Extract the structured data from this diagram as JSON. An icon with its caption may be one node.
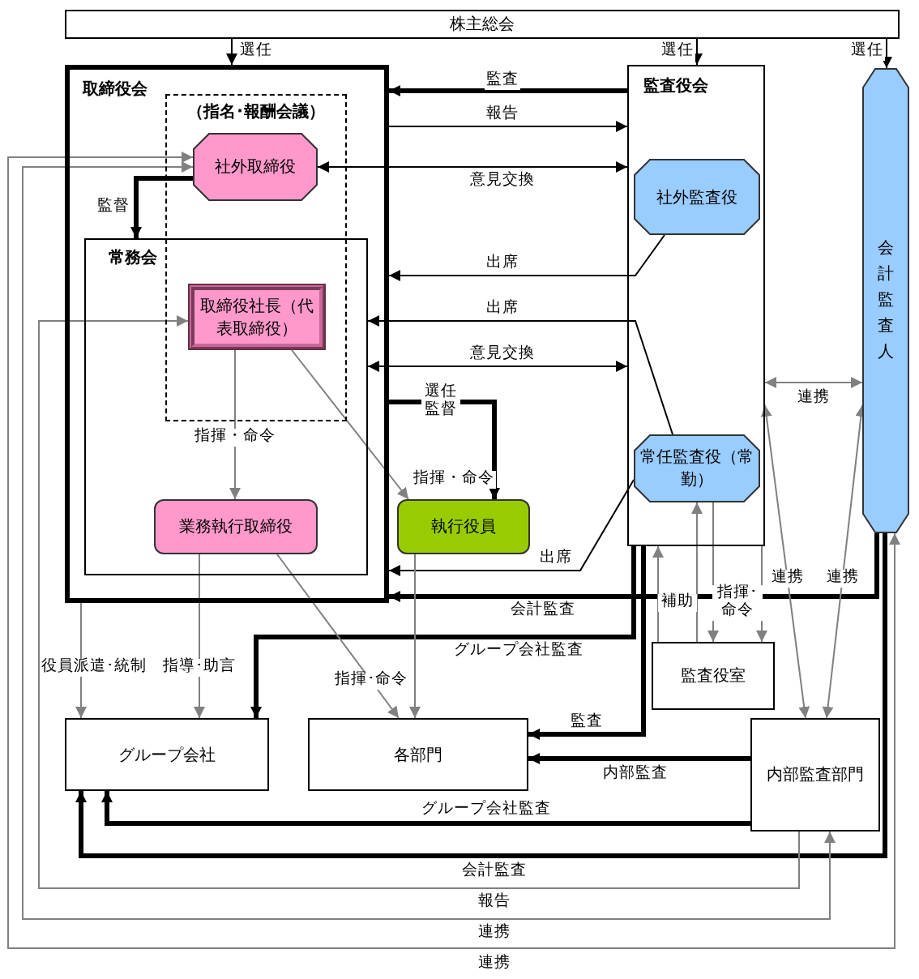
{
  "diagram": {
    "nodes": [
      {
        "text": [
          "株主総会"
        ]
      },
      {
        "text": [
          "取締役会"
        ]
      },
      {
        "text": [
          "（指名･報酬会議）"
        ],
        "in": 1
      },
      {
        "text": [
          "常務会"
        ],
        "in": 1
      },
      {
        "text": [
          "社外取締役"
        ],
        "in": 2
      },
      {
        "text": [
          "取締役社長（代表取締役）"
        ]
      },
      {
        "text": [
          "業務執行取締役"
        ],
        "in": 3
      },
      {
        "text": [
          "執行役員"
        ]
      },
      {
        "text": [
          "監査役会"
        ]
      },
      {
        "text": [
          "社外監査役"
        ],
        "in": 8
      },
      {
        "text": [
          "常任監査役（常勤）"
        ],
        "in": 8
      },
      {
        "text": [
          "会計監査人"
        ]
      },
      {
        "text": [
          "監査役室"
        ]
      },
      {
        "text": [
          "グループ会社"
        ]
      },
      {
        "text": [
          "各部門"
        ]
      },
      {
        "text": [
          "内部監査部門"
        ]
      }
    ],
    "edges": [
      {
        "from": 0,
        "to": 1,
        "arrow": "to",
        "label": "選任"
      },
      {
        "from": 0,
        "to": 8,
        "arrow": "to",
        "label": "選任"
      },
      {
        "from": 0,
        "to": 11,
        "arrow": "to",
        "label": "選任"
      },
      {
        "from": 8,
        "to": 1,
        "arrow": "to",
        "label": "監査",
        "style": "thick"
      },
      {
        "from": 1,
        "to": 8,
        "arrow": "to",
        "label": "報告"
      },
      {
        "from": 4,
        "to": 8,
        "arrow": "both",
        "label": "意見交換"
      },
      {
        "from": 4,
        "to": 3,
        "arrow": "to",
        "label": "監督",
        "style": "thick"
      },
      {
        "from": 9,
        "to": 1,
        "arrow": "to",
        "label": "出席"
      },
      {
        "from": 10,
        "to": 3,
        "arrow": "to",
        "label": "出席"
      },
      {
        "from": 3,
        "to": 8,
        "arrow": "both",
        "label": "意見交換"
      },
      {
        "from": 1,
        "to": 7,
        "arrow": "to",
        "label": "選任監督",
        "style": "thick"
      },
      {
        "from": 5,
        "to": 6,
        "arrow": "to",
        "label": "指揮・命令",
        "color": "#808080"
      },
      {
        "from": 5,
        "to": 7,
        "arrow": "to",
        "label": "指揮・命令",
        "color": "#808080"
      },
      {
        "from": 10,
        "to": 1,
        "arrow": "to",
        "label": "出席"
      },
      {
        "from": 11,
        "to": 1,
        "arrow": "to",
        "label": "会計監査",
        "style": "thick"
      },
      {
        "from": 8,
        "to": 13,
        "arrow": "to",
        "label": "グループ会社監査",
        "style": "thick"
      },
      {
        "from": 8,
        "to": 14,
        "arrow": "to",
        "label": "監査",
        "style": "thick"
      },
      {
        "from": 12,
        "to": 8,
        "arrow": "to",
        "label": "補助",
        "color": "#808080"
      },
      {
        "from": 12,
        "to": 10,
        "arrow": "to",
        "color": "#808080"
      },
      {
        "from": 10,
        "to": 12,
        "arrow": "to",
        "label": "指揮･命令",
        "color": "#808080"
      },
      {
        "from": 8,
        "to": 12,
        "arrow": "to",
        "color": "#808080"
      },
      {
        "from": 8,
        "to": 11,
        "arrow": "both",
        "label": "連携",
        "color": "#808080"
      },
      {
        "from": 8,
        "to": 15,
        "arrow": "both",
        "label": "連携",
        "color": "#808080"
      },
      {
        "from": 11,
        "to": 15,
        "arrow": "both",
        "label": "連携",
        "color": "#808080"
      },
      {
        "from": 1,
        "to": 13,
        "arrow": "to",
        "label": "役員派遣･統制",
        "color": "#808080"
      },
      {
        "from": 6,
        "to": 13,
        "arrow": "to",
        "label": "指導･助言",
        "color": "#808080"
      },
      {
        "from": 6,
        "to": 14,
        "arrow": "to",
        "label": "指揮･命令",
        "color": "#808080"
      },
      {
        "from": 7,
        "to": 14,
        "arrow": "to",
        "color": "#808080"
      },
      {
        "from": 15,
        "to": 14,
        "arrow": "to",
        "label": "内部監査",
        "style": "thick"
      },
      {
        "from": 15,
        "to": 13,
        "arrow": "to",
        "label": "グループ会社監査",
        "style": "thick"
      },
      {
        "from": 11,
        "to": 13,
        "arrow": "to",
        "label": "会計監査",
        "style": "thick"
      },
      {
        "from": 15,
        "to": 5,
        "arrow": "to",
        "label": "報告",
        "color": "#808080"
      },
      {
        "from": 4,
        "to": 15,
        "arrow": "both",
        "label": "連携",
        "color": "#808080"
      },
      {
        "from": 4,
        "to": 11,
        "arrow": "both",
        "label": "連携",
        "color": "#808080"
      }
    ]
  }
}
